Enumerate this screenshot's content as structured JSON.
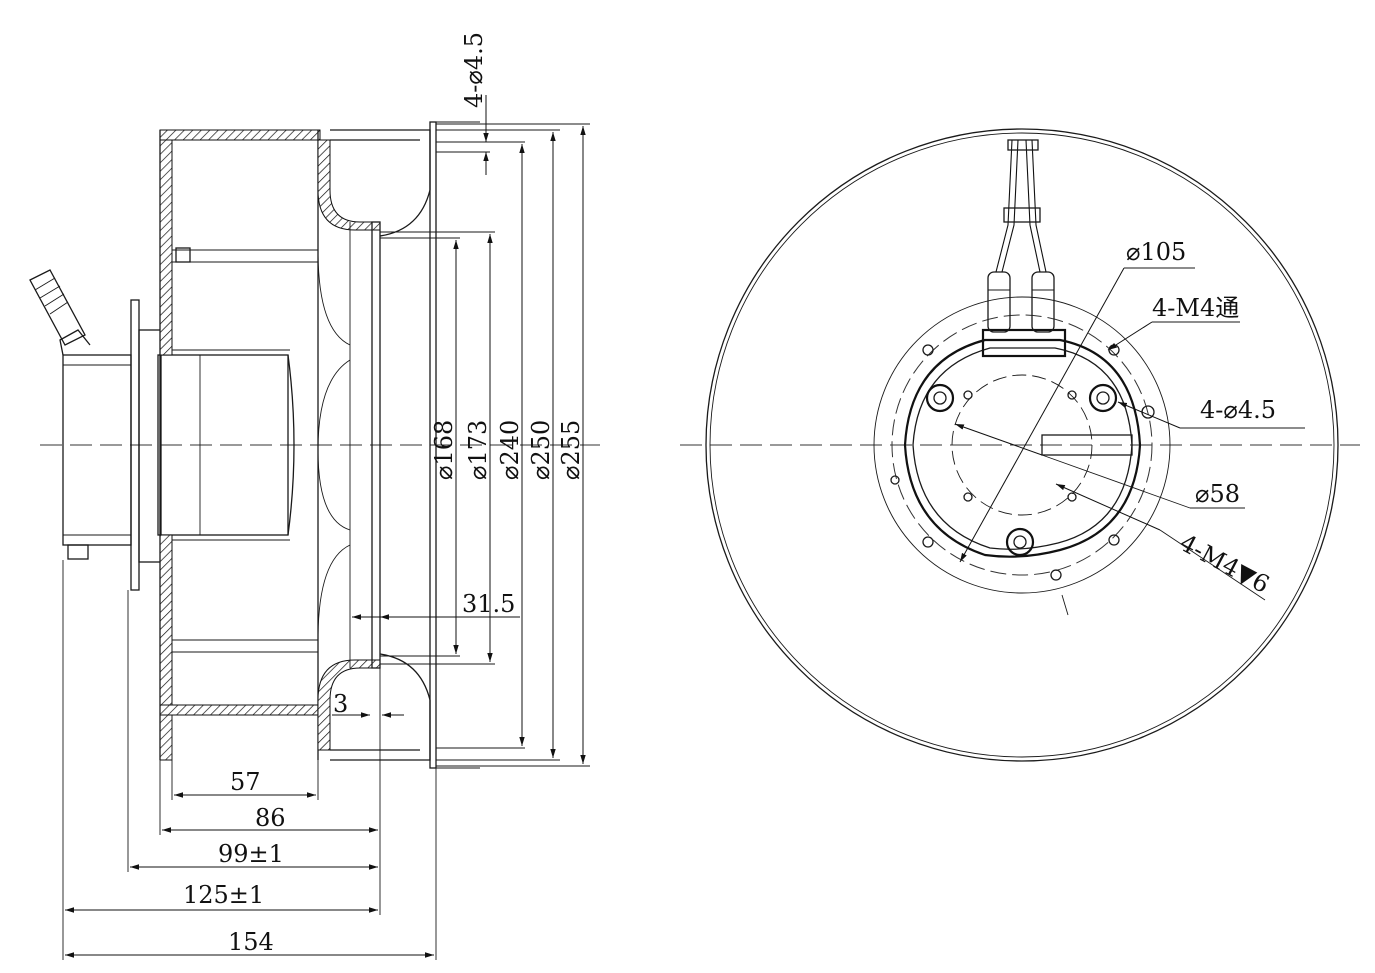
{
  "side_view": {
    "dimensions": {
      "hole_top": "4-⌀4.5",
      "d168": "⌀168",
      "d173": "⌀173",
      "d240": "⌀240",
      "d250": "⌀250",
      "d255": "⌀255",
      "d31_5": "31.5",
      "d3": "3",
      "d57": "57",
      "d86": "86",
      "d99": "99±1",
      "d125": "125±1",
      "d154": "154"
    }
  },
  "front_view": {
    "dimensions": {
      "d105": "⌀105",
      "m4_through": "4-M4通",
      "hole_right": "4-⌀4.5",
      "d58": "⌀58",
      "m4_depth": "4-M4▼6"
    }
  }
}
